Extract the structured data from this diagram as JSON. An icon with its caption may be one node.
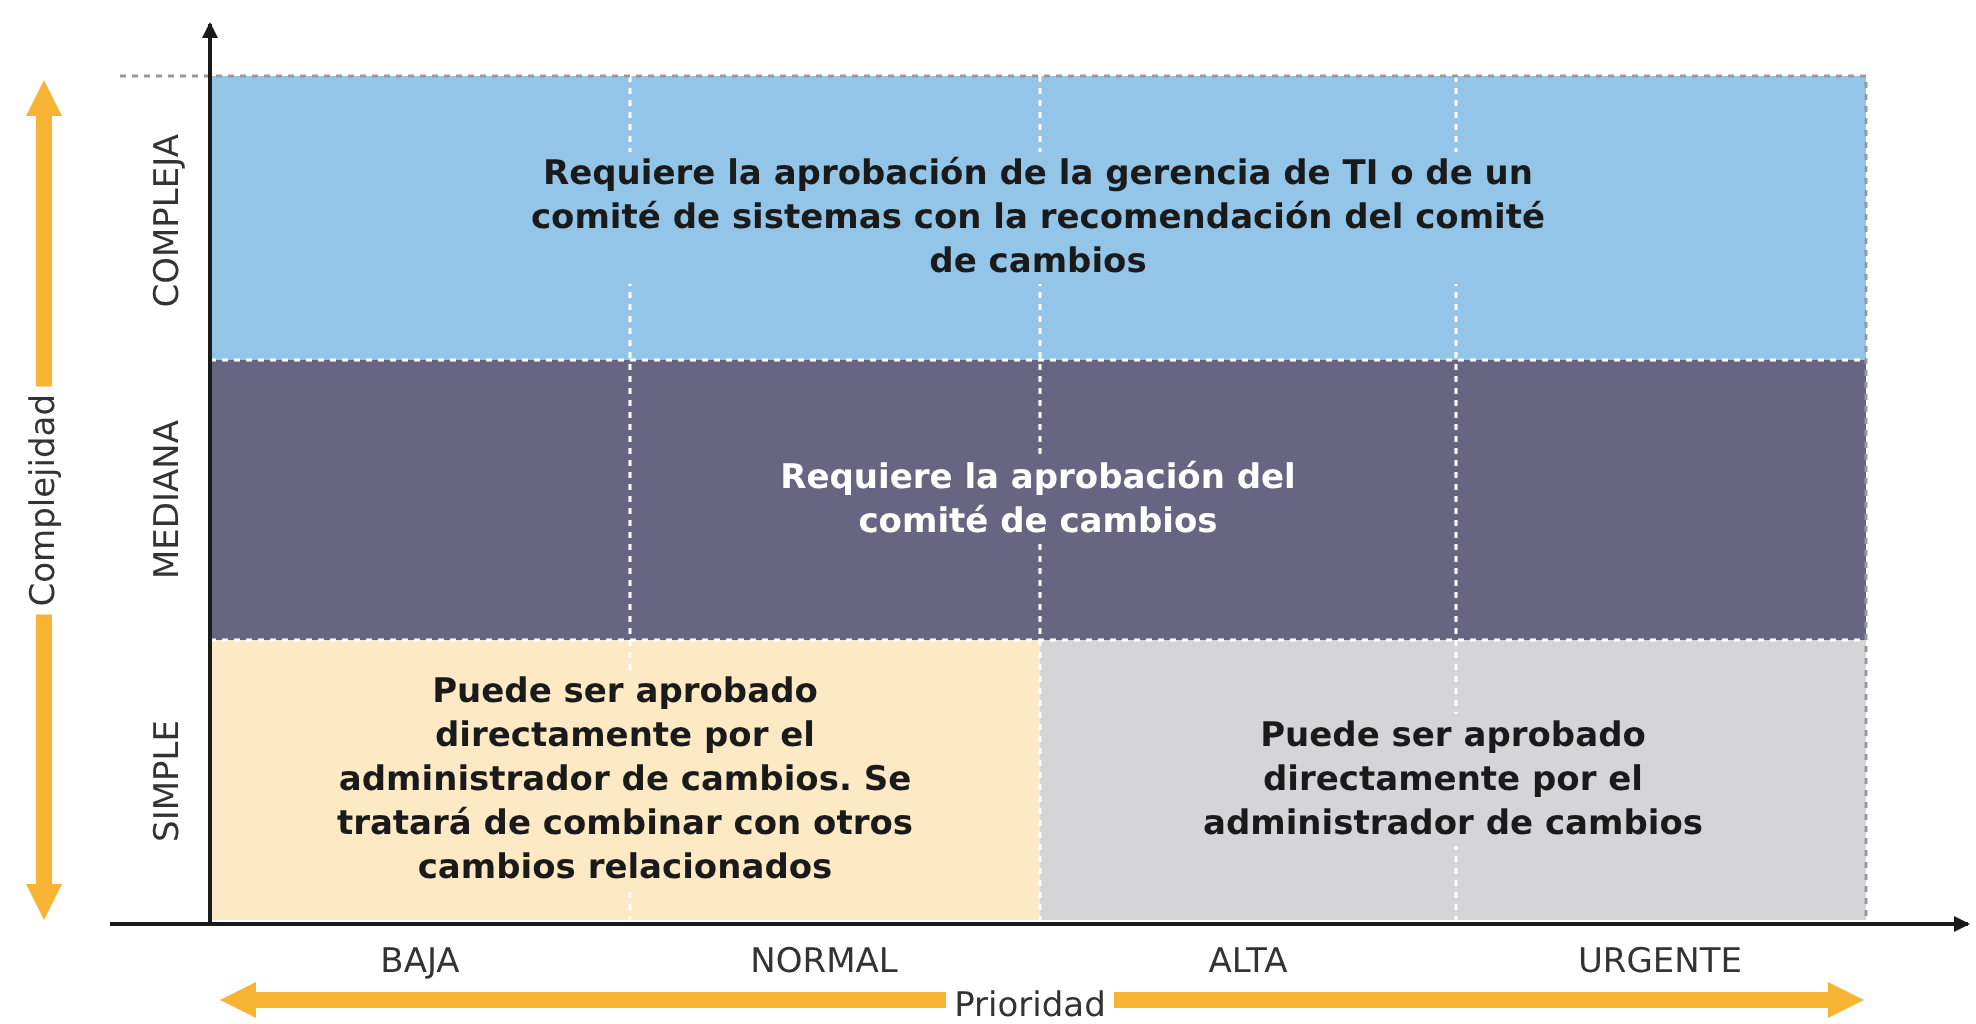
{
  "diagram": {
    "nodes": [
      {
        "text": [
          "Requiere la aprobación de la gerencia de TI o de un comité de sistemas con la recomendación del comité de cambios"
        ]
      },
      {
        "text": [
          "Requiere la aprobación del comité de cambios"
        ]
      },
      {
        "text": [
          "Puede ser aprobado directamente por el administrador de cambios. Se tratará de combinar con otros cambios relacionados"
        ]
      },
      {
        "text": [
          "Puede ser aprobado directamente por el administrador de cambios"
        ]
      }
    ],
    "edges": [],
    "labels": [
      "Complejidad",
      "COMPLEJA",
      "MEDIANA",
      "SIMPLE",
      "BAJA",
      "NORMAL",
      "ALTA",
      "URGENTE",
      "Prioridad"
    ]
  }
}
